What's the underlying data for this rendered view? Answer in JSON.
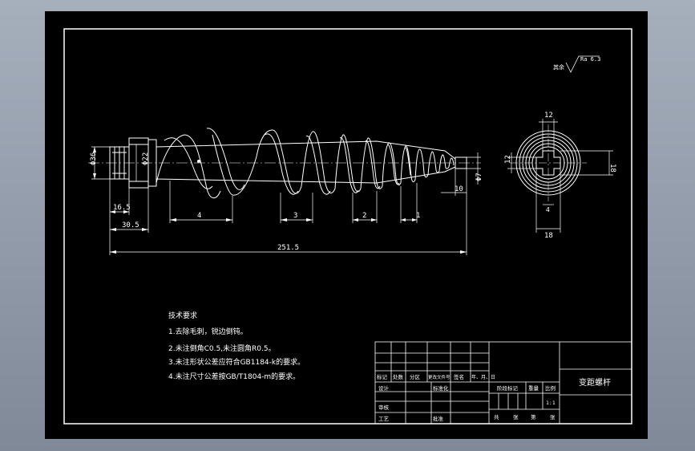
{
  "drawing": {
    "title": "变距螺杆",
    "surface_mark": {
      "prefix": "其余",
      "value": "Ra 6.3"
    },
    "dimensions": {
      "shaft_diameter": "Φ36",
      "hub_diameter": "Φ22",
      "left_step": "16.5",
      "left_length": "30.5",
      "pitch_1": "4",
      "pitch_2": "3",
      "pitch_3": "2",
      "pitch_4": "1",
      "tip_length": "10",
      "tip_diameter": "Φ7",
      "overall_length": "251.5",
      "keyway_top": "12",
      "keyway_left": "12",
      "keyway_bottom": "18",
      "keyway_right": "18",
      "keyway_center": "4"
    },
    "tech_requirements": {
      "heading": "技术要求",
      "items": [
        "1.去除毛刺，锐边倒钝。",
        "2.未注倒角C0.5,未注圆角R0.5。",
        "3.未注形状公差应符合GB1184-k的要求。",
        "4.未注尺寸公差按GB/T1804-m的要求。"
      ]
    },
    "title_block": {
      "header_row": [
        "标记",
        "处数",
        "分区",
        "更改文件号",
        "签名",
        "年、月、日"
      ],
      "design": "设计",
      "standardize": "标准化",
      "review": "审核",
      "process": "工艺",
      "approve": "批准",
      "stage_mark": "阶段标记",
      "weight": "重量",
      "scale": "比例",
      "scale_value": "1:1",
      "sheets_total": "共",
      "sheet_word": "张",
      "sheet_no": "第"
    }
  }
}
